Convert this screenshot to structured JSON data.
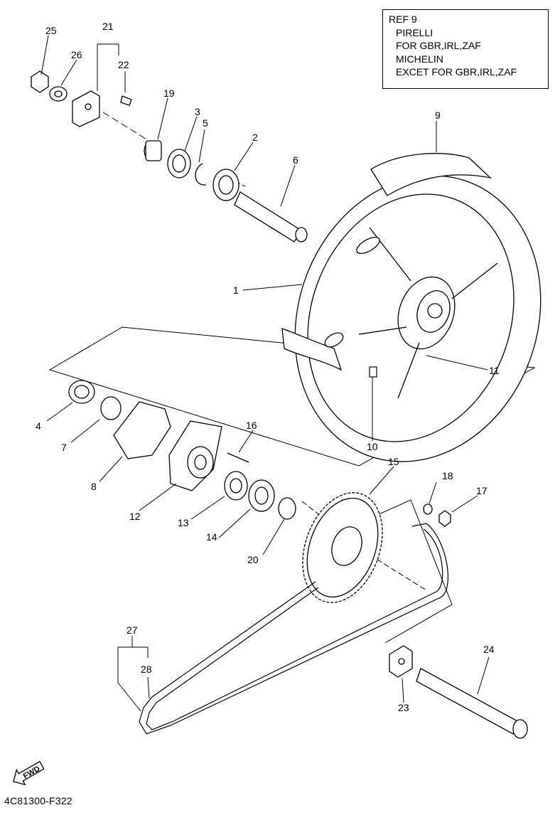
{
  "ref_box": {
    "lines": [
      "REF 9",
      "PIRELLI",
      "FOR GBR,IRL,ZAF",
      "MICHELIN",
      "EXCET FOR GBR,IRL,ZAF"
    ]
  },
  "callouts": {
    "c1": "1",
    "c2": "2",
    "c3": "3",
    "c4": "4",
    "c5": "5",
    "c6": "6",
    "c7": "7",
    "c8": "8",
    "c9": "9",
    "c10": "10",
    "c11": "11",
    "c12": "12",
    "c13": "13",
    "c14": "14",
    "c15": "15",
    "c16": "16",
    "c17": "17",
    "c18": "18",
    "c19": "19",
    "c20": "20",
    "c21": "21",
    "c22": "22",
    "c23": "23",
    "c24": "24",
    "c25": "25",
    "c26": "26",
    "c27": "27",
    "c28": "28"
  },
  "fwd_label": "FWD",
  "part_code": "4C81300-F322"
}
